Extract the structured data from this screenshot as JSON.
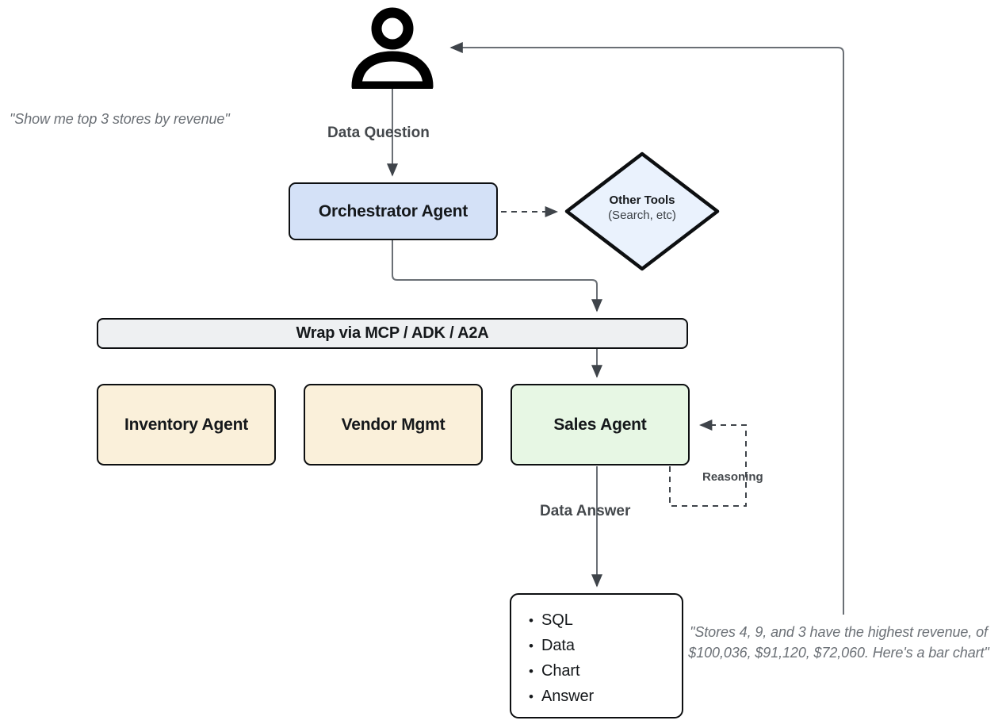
{
  "diagram": {
    "title": "Agentic data analytics orchestration flow",
    "colors": {
      "orchestrator_fill": "#d4e1f7",
      "tools_fill": "#eaf2fd",
      "wrapper_fill": "#eef0f2",
      "agent_fill": "#faf0da",
      "sales_fill": "#e7f7e4",
      "output_fill": "#ffffff",
      "stroke": "#0d0f11",
      "wire": "#6a6f75",
      "label_text": "#44484c",
      "quote_text": "#6b7076"
    }
  },
  "actor": {
    "icon": "user-person-icon",
    "quote": "\"Show me top 3 stores by revenue\""
  },
  "nodes": {
    "orchestrator": {
      "label": "Orchestrator Agent"
    },
    "other_tools": {
      "title": "Other Tools",
      "subtitle": "(Search, etc)"
    },
    "wrapper": {
      "label": "Wrap via MCP / ADK / A2A"
    },
    "inventory": {
      "label": "Inventory Agent"
    },
    "vendor": {
      "label": "Vendor Mgmt"
    },
    "sales": {
      "label": "Sales Agent"
    },
    "output": {
      "items": [
        "SQL",
        "Data",
        "Chart",
        "Answer"
      ]
    }
  },
  "edges": {
    "data_question": "Data Question",
    "data_answer": "Data Answer",
    "reasoning": "Reasoning"
  },
  "answer": {
    "quote": "\"Stores 4, 9, and 3 have the highest revenue, of $100,036, $91,120, $72,060. Here's a bar chart\""
  }
}
